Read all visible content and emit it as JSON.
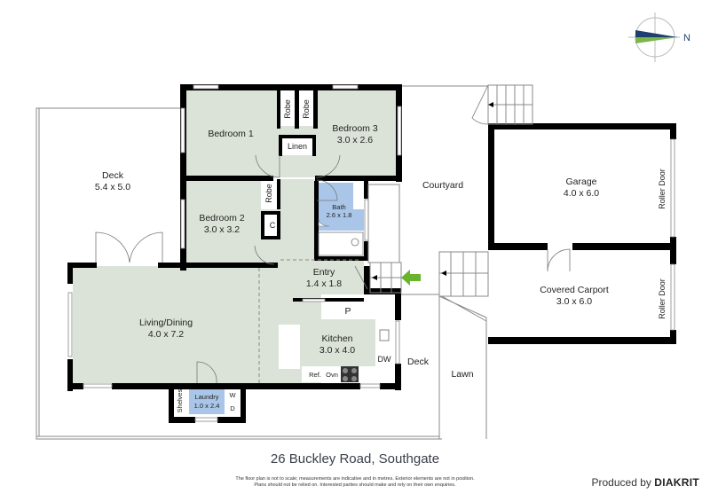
{
  "plan": {
    "address": "26 Buckley Road, Southgate",
    "disclaimer_line1": "The floor plan is not to scale; measurements are indicative and in metres. Exterior elements are not in position.",
    "disclaimer_line2": "Plans should not be relied on. Interested parties should make and rely on their own enquiries.",
    "produced_by_prefix": "Produced by",
    "produced_by_brand": "DIAKRIT",
    "compass_label": "N"
  },
  "colors": {
    "room_fill": "#dbe3d8",
    "wet_area_fill": "#a9c6e8",
    "wall": "#000000",
    "entry_arrow": "#6ab42d",
    "compass_navy": "#1f3f6e",
    "compass_green": "#7ab648"
  },
  "rooms": {
    "bedroom1": {
      "name": "Bedroom 1"
    },
    "bedroom2": {
      "name": "Bedroom 2",
      "dims": "3.0 x 3.2"
    },
    "bedroom3": {
      "name": "Bedroom 3",
      "dims": "3.0 x 2.6"
    },
    "robe1": {
      "name": "Robe"
    },
    "robe2": {
      "name": "Robe"
    },
    "robe3": {
      "name": "Robe"
    },
    "linen": {
      "name": "Linen"
    },
    "cupboard": {
      "name": "C"
    },
    "bath": {
      "name": "Bath",
      "dims": "2.6 x 1.8"
    },
    "entry": {
      "name": "Entry",
      "dims": "1.4 x 1.8"
    },
    "living": {
      "name": "Living/Dining",
      "dims": "4.0 x 7.2"
    },
    "kitchen": {
      "name": "Kitchen",
      "dims": "3.0 x 4.0"
    },
    "pantry": {
      "name": "P"
    },
    "dishwasher": {
      "name": "DW"
    },
    "fridge": {
      "name": "Ref."
    },
    "oven": {
      "name": "Ovn"
    },
    "laundry": {
      "name": "Laundry",
      "dims": "1.0 x 2.4"
    },
    "shelves": {
      "name": "Shelves"
    },
    "washer": {
      "name": "W"
    },
    "dryer": {
      "name": "D"
    },
    "deck_main": {
      "name": "Deck",
      "dims": "5.4 x 5.0"
    },
    "deck_side": {
      "name": "Deck"
    },
    "courtyard": {
      "name": "Courtyard"
    },
    "garage": {
      "name": "Garage",
      "dims": "4.0 x 6.0"
    },
    "garage_door": {
      "name": "Roller Door"
    },
    "carport": {
      "name": "Covered Carport",
      "dims": "3.0 x 6.0"
    },
    "carport_door": {
      "name": "Roller Door"
    },
    "lawn": {
      "name": "Lawn"
    }
  }
}
